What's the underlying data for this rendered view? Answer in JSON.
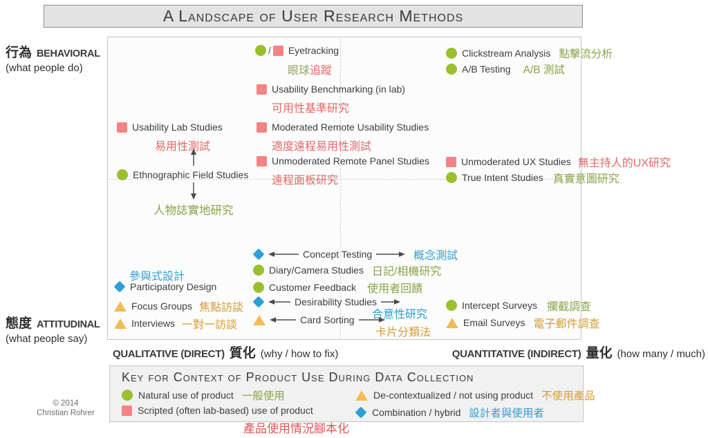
{
  "title": "A Landscape of User Research Methods",
  "axis": {
    "behavioral": {
      "zh": "行為",
      "en": "BEHAVIORAL",
      "sub": "(what people do)"
    },
    "attitudinal": {
      "zh": "態度",
      "en": "ATTITUDINAL",
      "sub": "(what people say)"
    },
    "qualitative": {
      "en": "QUALITATIVE (DIRECT)",
      "zh": "質化",
      "sub": "(why / how to fix)"
    },
    "quantitative": {
      "en": "QUANTITATIVE (INDIRECT)",
      "zh": "量化",
      "sub": "(how many / much)"
    }
  },
  "methods": {
    "eyetracking": {
      "label": "Eyetracking",
      "slash": "/",
      "zh_part1": "眼球",
      "zh_part2": "追蹤"
    },
    "clickstream": {
      "label": "Clickstream Analysis",
      "zh": "點擊流分析"
    },
    "ab_testing": {
      "label": "A/B Testing",
      "zh": "A/B 測試"
    },
    "usability_benchmarking": {
      "label": "Usability Benchmarking (in lab)",
      "zh": "可用性基準研究"
    },
    "usability_lab": {
      "label": "Usability Lab Studies",
      "zh": "易用性測試"
    },
    "ethnographic": {
      "label": "Ethnographic Field Studies",
      "zh": "人物誌實地研究"
    },
    "moderated_remote": {
      "label": "Moderated Remote Usability Studies",
      "zh": "適度遠程易用性測試"
    },
    "unmoderated_panel": {
      "label": "Unmoderated Remote Panel Studies",
      "zh": "遠程面板研究"
    },
    "unmoderated_ux": {
      "label": "Unmoderated UX Studies",
      "zh": "無主持人的UX研究"
    },
    "true_intent": {
      "label": "True Intent Studies",
      "zh": "真實意圖研究"
    },
    "concept_testing": {
      "label": "Concept Testing",
      "zh": "概念測試"
    },
    "diary_camera": {
      "label": "Diary/Camera Studies",
      "zh": "日記/相機研究"
    },
    "customer_feedback": {
      "label": "Customer Feedback",
      "zh": "使用者回饋"
    },
    "desirability": {
      "label": "Desirability Studies",
      "zh": "合意性研究"
    },
    "card_sorting": {
      "label": "Card Sorting",
      "zh": "卡片分類法"
    },
    "participatory": {
      "label": "Participatory Design",
      "zh": "參與式設計"
    },
    "focus_groups": {
      "label": "Focus Groups",
      "zh": "焦點訪談"
    },
    "interviews": {
      "label": "Interviews",
      "zh": "一對一訪談"
    },
    "intercept_surveys": {
      "label": "Intercept Surveys",
      "zh": "攔截調查"
    },
    "email_surveys": {
      "label": "Email Surveys",
      "zh": "電子郵件調查"
    }
  },
  "key": {
    "header": "Key for Context of Product Use During Data Collection",
    "natural": {
      "label": "Natural use of product",
      "zh": "一般使用"
    },
    "scripted": {
      "label": "Scripted (often lab-based) use of product",
      "zh": "產品使用情況腳本化"
    },
    "decontextualized": {
      "label": "De-contextualized / not using product",
      "zh": "不使用產品"
    },
    "combination": {
      "label": "Combination / hybrid",
      "zh": "設計者與使用者"
    }
  },
  "copyright": {
    "line1": "© 2014",
    "line2": "Christian Rohrer"
  },
  "colors": {
    "natural_green": "#9ac02d",
    "scripted_red": "#f48383",
    "combination_blue": "#2da0d6",
    "decontextualized_orange": "#f3bb55",
    "green_text": "#8aa348",
    "red_text": "#e46868",
    "blue_text": "#2e9fd0",
    "orange_text": "#d59c34"
  }
}
